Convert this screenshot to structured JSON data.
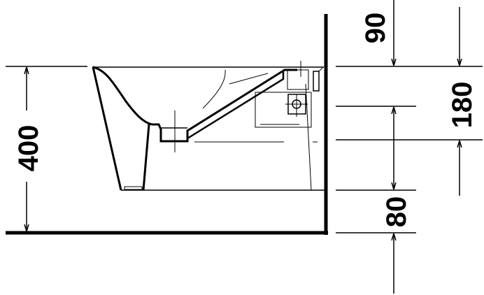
{
  "dimensions": {
    "height_rim": "400",
    "top_to_rim": "90",
    "rim_to_axis": "180",
    "floor_to_outlet": "80"
  },
  "colors": {
    "line": "#000000",
    "background": "#ffffff"
  }
}
